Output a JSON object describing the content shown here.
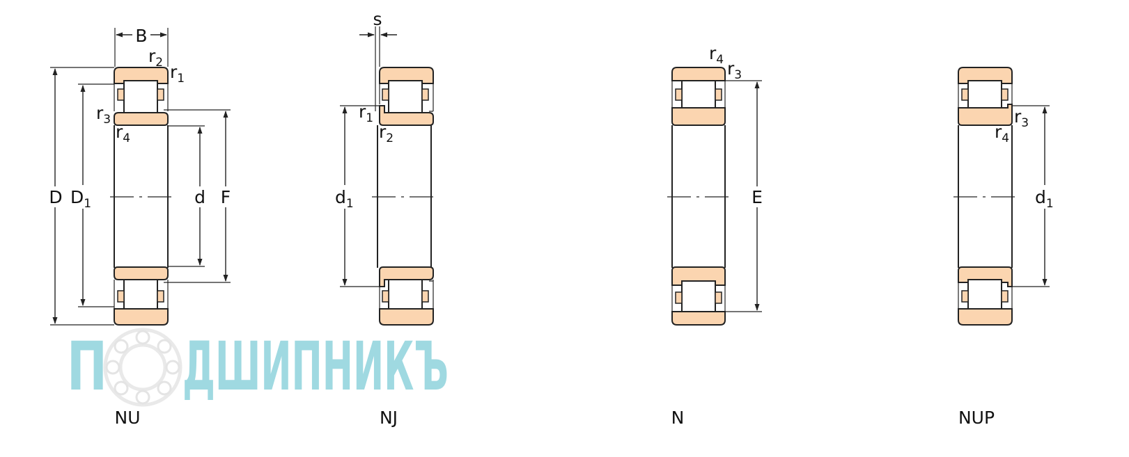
{
  "watermark": {
    "letter_first": "П",
    "letters_rest": "ДШИПНИКЪ"
  },
  "bearings": [
    {
      "caption": "NU",
      "labels": {
        "B": "B",
        "r2": "r",
        "r2_sub": "2",
        "r1": "r",
        "r1_sub": "1",
        "r3": "r",
        "r3_sub": "3",
        "r4": "r",
        "r4_sub": "4",
        "D": "D",
        "D1": "D",
        "D1_sub": "1",
        "d": "d",
        "F": "F"
      }
    },
    {
      "caption": "NJ",
      "labels": {
        "s": "s",
        "r1": "r",
        "r1_sub": "1",
        "r2": "r",
        "r2_sub": "2",
        "d1": "d",
        "d1_sub": "1"
      }
    },
    {
      "caption": "N",
      "labels": {
        "r4": "r",
        "r4_sub": "4",
        "r3": "r",
        "r3_sub": "3",
        "E": "E"
      }
    },
    {
      "caption": "NUP",
      "labels": {
        "r3": "r",
        "r3_sub": "3",
        "r4": "r",
        "r4_sub": "4",
        "d1": "d",
        "d1_sub": "1"
      }
    }
  ]
}
